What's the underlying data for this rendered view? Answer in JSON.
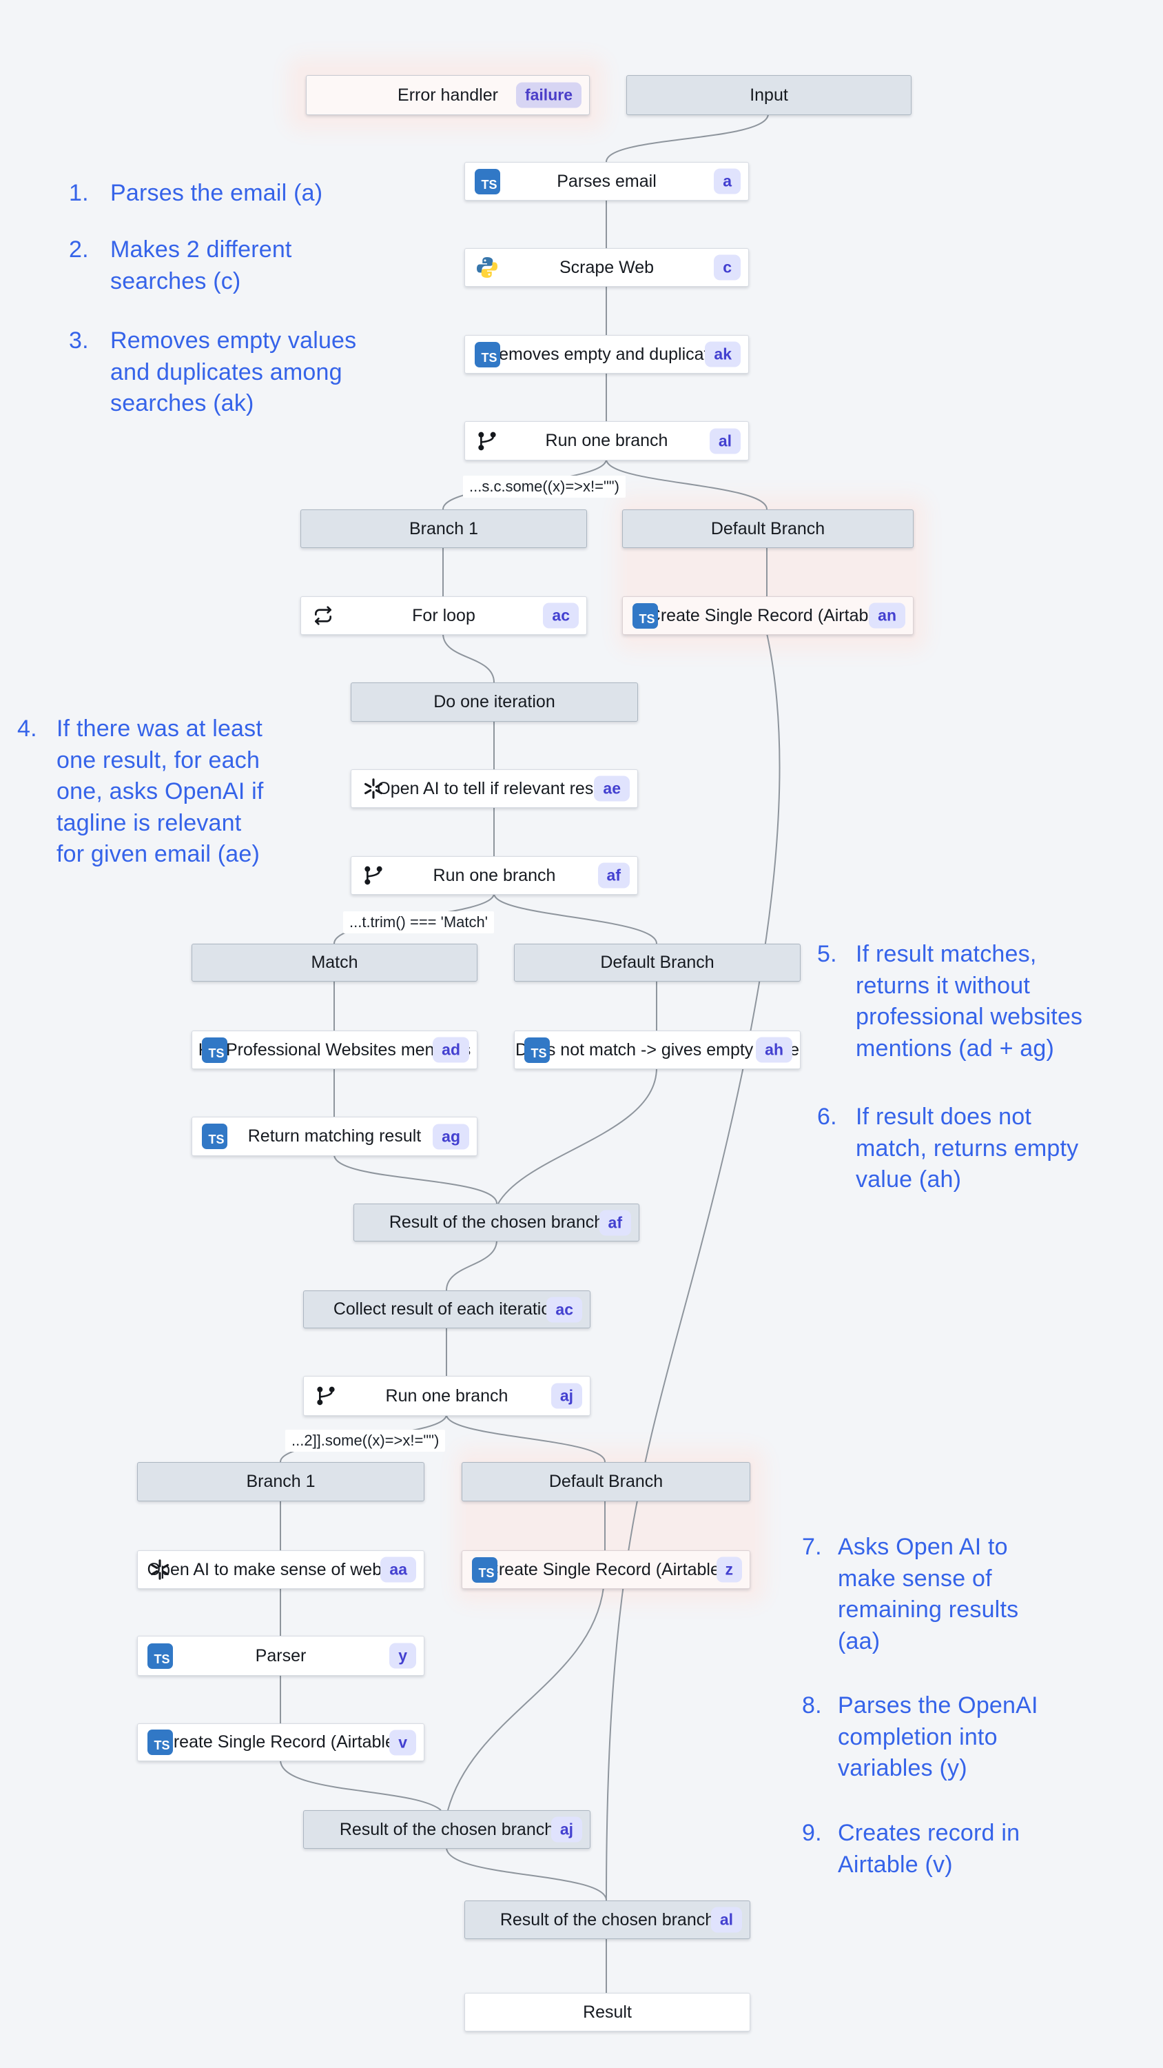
{
  "colors": {
    "canvas": "#f3f5f8",
    "annotation_blue": "#3563e9",
    "edge_gray": "#8e959d",
    "badge_bg": "#e0e3fd",
    "badge_text": "#4340d0",
    "header_bg": "#dde3ea",
    "pink_glow": "#f8edec",
    "typescript_blue": "#3178c6"
  },
  "error_handler": {
    "label": "Error handler",
    "badge": "failure"
  },
  "nodes": {
    "input": {
      "label": "Input"
    },
    "parses_email": {
      "label": "Parses email",
      "badge": "a",
      "icon": "typescript"
    },
    "scrape_web": {
      "label": "Scrape Web",
      "badge": "c",
      "icon": "python"
    },
    "removes": {
      "label": "Removes empty and duplicates",
      "badge": "ak",
      "icon": "typescript"
    },
    "run_al": {
      "label": "Run one branch",
      "badge": "al",
      "icon": "git-branch"
    },
    "branch1_a": {
      "label": "Branch 1"
    },
    "default_a": {
      "label": "Default Branch"
    },
    "for_loop": {
      "label": "For loop",
      "badge": "ac",
      "icon": "loop"
    },
    "create_an": {
      "label": "Create Single Record (Airtable)",
      "badge": "an",
      "icon": "typescript"
    },
    "do_iter": {
      "label": "Do one iteration"
    },
    "openai_ae": {
      "label": "Open AI to tell if relevant result",
      "badge": "ae",
      "icon": "openai"
    },
    "run_af": {
      "label": "Run one branch",
      "badge": "af",
      "icon": "git-branch"
    },
    "match": {
      "label": "Match"
    },
    "default_b": {
      "label": "Default Branch"
    },
    "kill_ad": {
      "label": "Kill Professional Websites mentions",
      "badge": "ad",
      "icon": "typescript"
    },
    "notmatch_ah": {
      "label": "Does not match -> gives empty value",
      "badge": "ah",
      "icon": "typescript"
    },
    "return_ag": {
      "label": "Return matching result",
      "badge": "ag",
      "icon": "typescript"
    },
    "result_af": {
      "label": "Result of the chosen branch",
      "badge": "af"
    },
    "collect_ac": {
      "label": "Collect result of each iteration",
      "badge": "ac"
    },
    "run_aj": {
      "label": "Run one branch",
      "badge": "aj",
      "icon": "git-branch"
    },
    "branch1_b": {
      "label": "Branch 1"
    },
    "default_c": {
      "label": "Default Branch"
    },
    "openai_aa": {
      "label": "Open AI to make sense of web info",
      "badge": "aa",
      "icon": "openai"
    },
    "create_z": {
      "label": "Create Single Record (Airtable)",
      "badge": "z",
      "icon": "typescript"
    },
    "parser_y": {
      "label": "Parser",
      "badge": "y",
      "icon": "typescript"
    },
    "create_v": {
      "label": "Create Single Record (Airtable)",
      "badge": "v",
      "icon": "typescript"
    },
    "result_aj": {
      "label": "Result of the chosen branch",
      "badge": "aj"
    },
    "result_al": {
      "label": "Result of the chosen branch",
      "badge": "al"
    },
    "result": {
      "label": "Result"
    }
  },
  "conditions": [
    {
      "text": "...s.c.some((x)=>x!=\"\")"
    },
    {
      "text": "...t.trim() === 'Match'"
    },
    {
      "text": "...2]].some((x)=>x!=\"\")"
    }
  ],
  "annotations": [
    {
      "num": "1.",
      "text": "Parses the email (a)"
    },
    {
      "num": "2.",
      "text": "Makes 2 different\nsearches (c)"
    },
    {
      "num": "3.",
      "text": "Removes empty values\nand duplicates among\nsearches (ak)"
    },
    {
      "num": "4.",
      "text": "If there was at least\none result, for each\none, asks OpenAI if\ntagline is relevant\nfor given email (ae)"
    },
    {
      "num": "5.",
      "text": "If result matches,\nreturns it without\nprofessional websites\nmentions (ad + ag)"
    },
    {
      "num": "6.",
      "text": "If result does not\nmatch, returns empty\nvalue (ah)"
    },
    {
      "num": "7.",
      "text": "Asks Open AI to\nmake sense of\nremaining results\n(aa)"
    },
    {
      "num": "8.",
      "text": "Parses the OpenAI\ncompletion into\nvariables (y)"
    },
    {
      "num": "9.",
      "text": "Creates record in\nAirtable (v)"
    }
  ]
}
